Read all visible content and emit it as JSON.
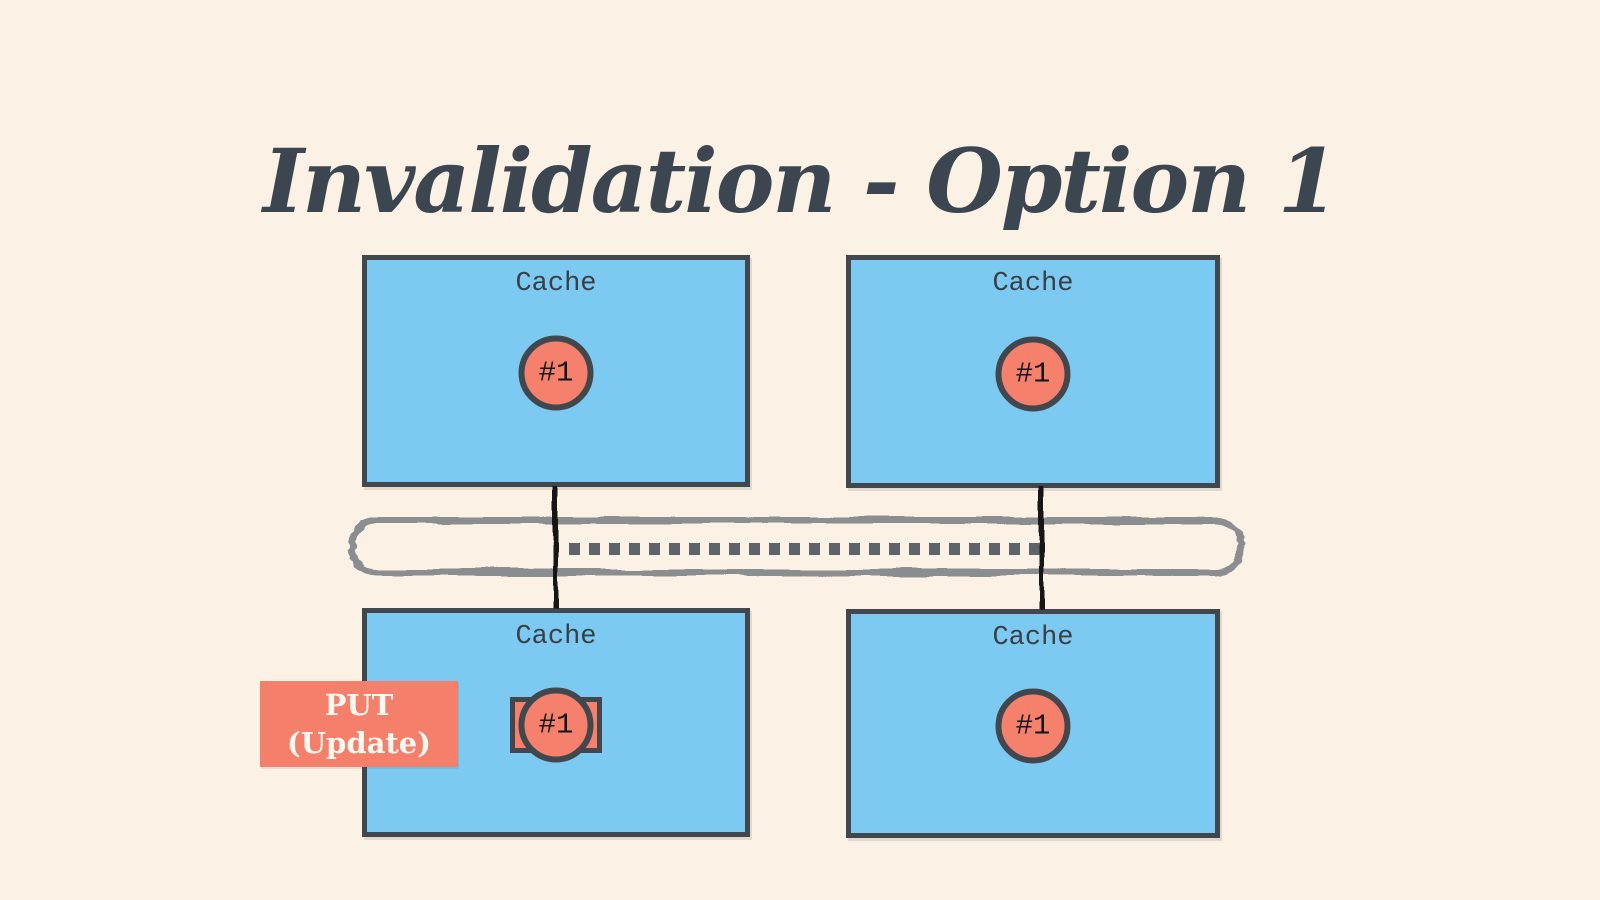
{
  "title": "Invalidation - Option 1",
  "caches": [
    {
      "position": "top-left",
      "label": "Cache",
      "item": "#1",
      "highlighted": false
    },
    {
      "position": "top-right",
      "label": "Cache",
      "item": "#1",
      "highlighted": false
    },
    {
      "position": "bottom-left",
      "label": "Cache",
      "item": "#1",
      "highlighted": true
    },
    {
      "position": "bottom-right",
      "label": "Cache",
      "item": "#1",
      "highlighted": false
    }
  ],
  "put_badge": {
    "line1": "PUT",
    "line2": "(Update)"
  },
  "colors": {
    "background": "#FBF1E4",
    "title_text": "#3C4650",
    "cache_fill": "#7CC9F2",
    "node_border": "#42474E",
    "cache_label_text": "#3A3F45",
    "item_fill": "#F5806B",
    "item_text": "#141414",
    "bus_border": "#8B8E91",
    "bus_dots": "#5F646B",
    "connector_line": "#141414",
    "put_badge_bg": "#F4806B",
    "put_badge_text": "#FDF8F0"
  }
}
